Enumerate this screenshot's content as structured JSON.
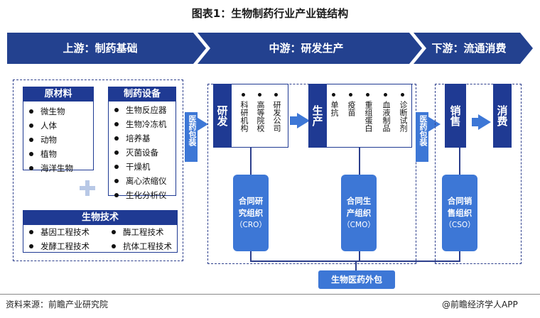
{
  "title": "图表1：生物制药行业产业链结构",
  "stages": {
    "upstream": "上游：制药基础",
    "midstream": "中游：研发生产",
    "downstream": "下游：流通消费"
  },
  "raw_materials": {
    "header": "原材料",
    "items": [
      "微生物",
      "人体",
      "动物",
      "植物",
      "海洋生物"
    ]
  },
  "equipment": {
    "header": "制药设备",
    "items": [
      "生物反应器",
      "生物冷冻机",
      "培养基",
      "灭菌设备",
      "干燥机",
      "离心浓缩仪",
      "生化分析仪"
    ]
  },
  "biotech": {
    "header": "生物技术",
    "items": [
      "基因工程技术",
      "酶工程技术",
      "发酵工程技术",
      "抗体工程技术"
    ]
  },
  "packaging_label": "医药包装",
  "rd": {
    "label": "研发",
    "subs": [
      "科研机构",
      "高等院校",
      "研发公司"
    ]
  },
  "production": {
    "label": "生产",
    "subs": [
      "单抗",
      "疫苗",
      "重组蛋白",
      "血液制品",
      "诊断试剂"
    ]
  },
  "sales_label": "销售",
  "consumption_label": "消费",
  "cro": {
    "line1": "合同研",
    "line2": "究组织",
    "line3": "（CRO）"
  },
  "cmo": {
    "line1": "合同生",
    "line2": "产组织",
    "line3": "（CMO）"
  },
  "cso": {
    "line1": "合同销",
    "line2": "售组织",
    "line3": "（CSO）"
  },
  "outsourcing": "生物医药外包",
  "footer": {
    "source": "资料来源：前瞻产业研究院",
    "brand": "@前瞻经济学人APP"
  },
  "colors": {
    "navy": "#1f3a93",
    "stage_bar": "#23418f",
    "accent_blue": "#3d77d6"
  }
}
